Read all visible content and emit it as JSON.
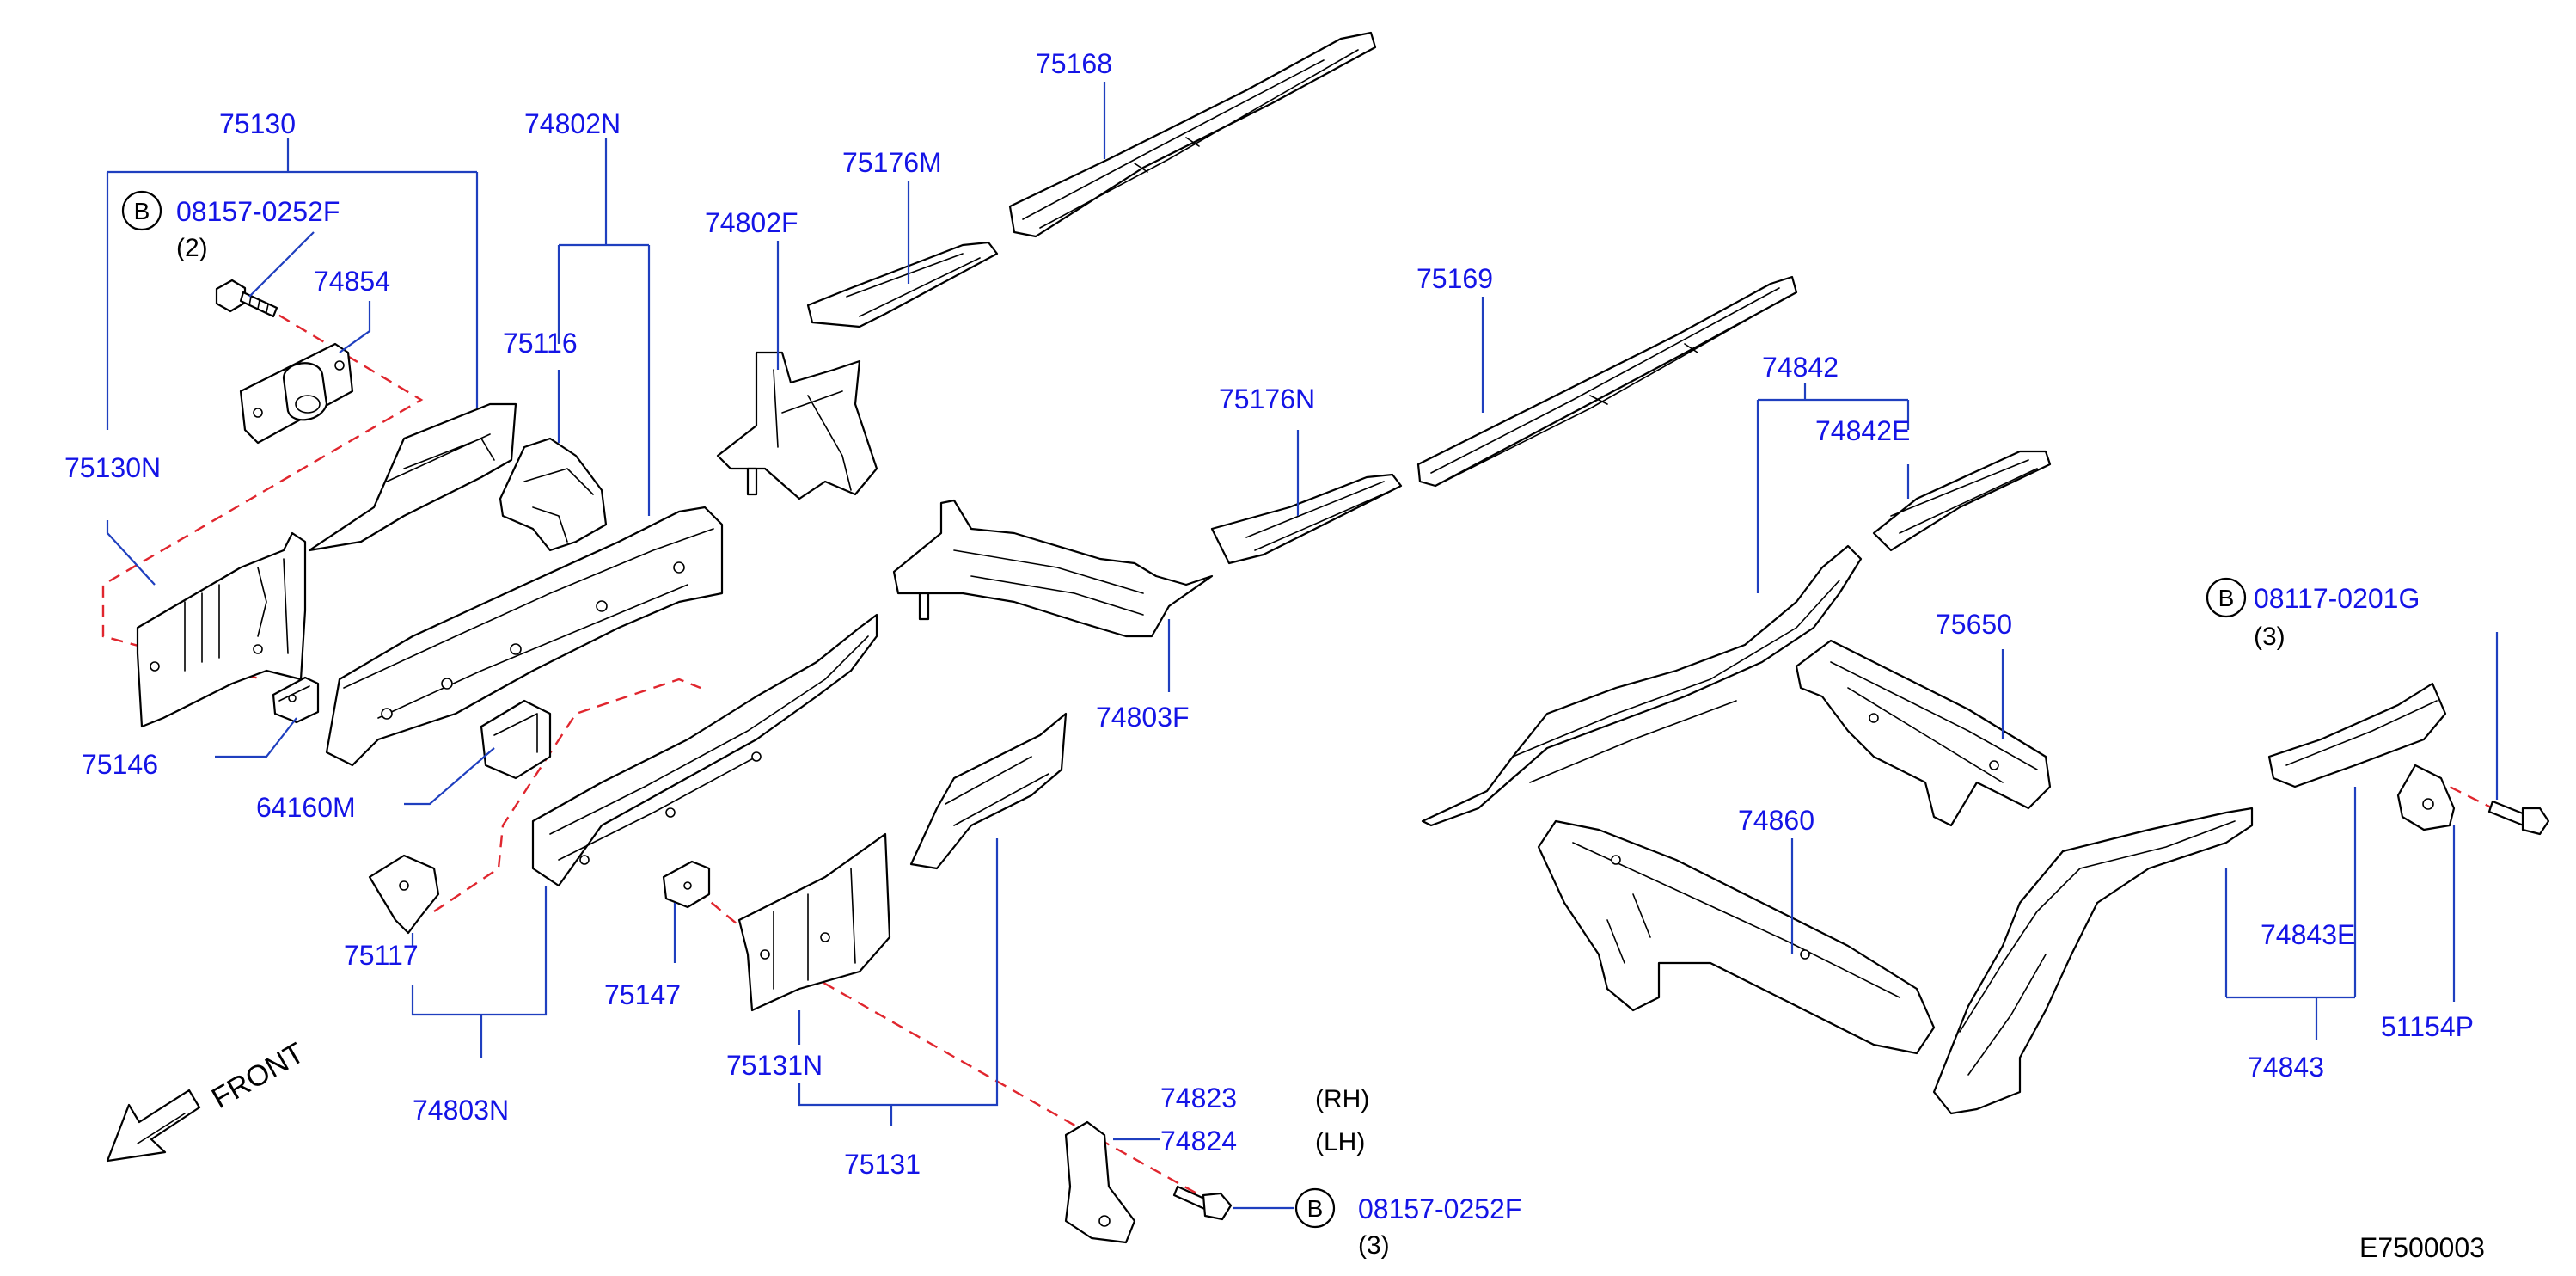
{
  "part_labels": {
    "p75130": "75130",
    "p74802N": "74802N",
    "p75168": "75168",
    "p75176M": "75176M",
    "p74802F": "74802F",
    "p08157a": "08157-0252F",
    "p74854": "74854",
    "p75116": "75116",
    "p75130N": "75130N",
    "p75169": "75169",
    "p75176N": "75176N",
    "p74842": "74842",
    "p74842E": "74842E",
    "p08117": "08117-0201G",
    "p75650": "75650",
    "p75146": "75146",
    "p64160M": "64160M",
    "p74803F": "74803F",
    "p74860": "74860",
    "p75117": "75117",
    "p75147": "75147",
    "p74843E": "74843E",
    "p51154P": "51154P",
    "p74843": "74843",
    "p75131N": "75131N",
    "p74803N": "74803N",
    "p74823": "74823",
    "p74824": "74824",
    "p75131": "75131",
    "p08157b": "08157-0252F"
  },
  "quantities": {
    "q08157a": "(2)",
    "q08117": "(3)",
    "q08157b": "(3)"
  },
  "sides": {
    "rh": "(RH)",
    "lh": "(LH)"
  },
  "bolt_marker": "B",
  "front_label": "FRONT",
  "diagram_code": "E7500003",
  "colors": {
    "label": "#1414e6",
    "leader": "#1f3fbf",
    "phantom": "#e0262e",
    "outline": "#000000"
  }
}
